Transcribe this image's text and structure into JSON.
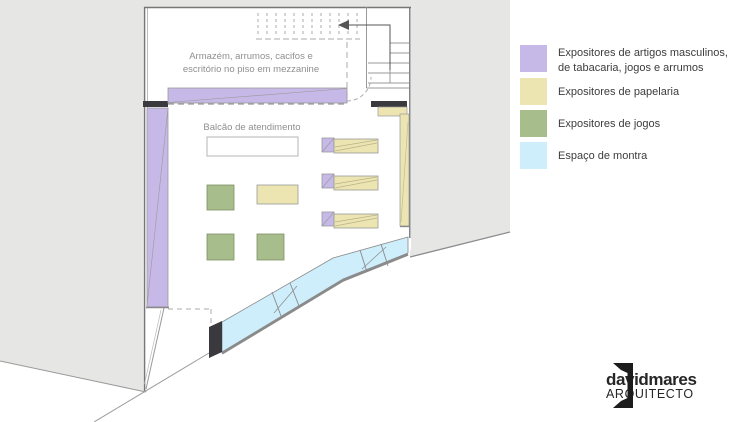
{
  "plan": {
    "armazem_label_line1": "Armazém, arrumos, cacifos e",
    "armazem_label_line2": "escritório no piso em mezzanine",
    "balcao_label": "Balcão de atendimento"
  },
  "legend": {
    "items": [
      {
        "lines": [
          "Expositores de artigos masculinos,",
          "de tabacaria, jogos e arrumos"
        ],
        "color": "#c7b9e7"
      },
      {
        "label": "Expositores de papelaria",
        "color": "#ece5b2"
      },
      {
        "label": "Expositores de jogos",
        "color": "#a8bd8c"
      },
      {
        "label": "Espaço de montra",
        "color": "#cdeefa"
      }
    ]
  },
  "logo": {
    "brand": "davidmares",
    "subtitle": "ARQUITECTO"
  },
  "colors": {
    "background_gray": "#e6e6e4",
    "plan_white": "#ffffff",
    "purple": "#c7b9e7",
    "cream": "#ece5b2",
    "green": "#a8bd8c",
    "blue": "#cdeefa",
    "wall_black": "#3a3a3e",
    "logo_black": "#1c1c1c"
  }
}
